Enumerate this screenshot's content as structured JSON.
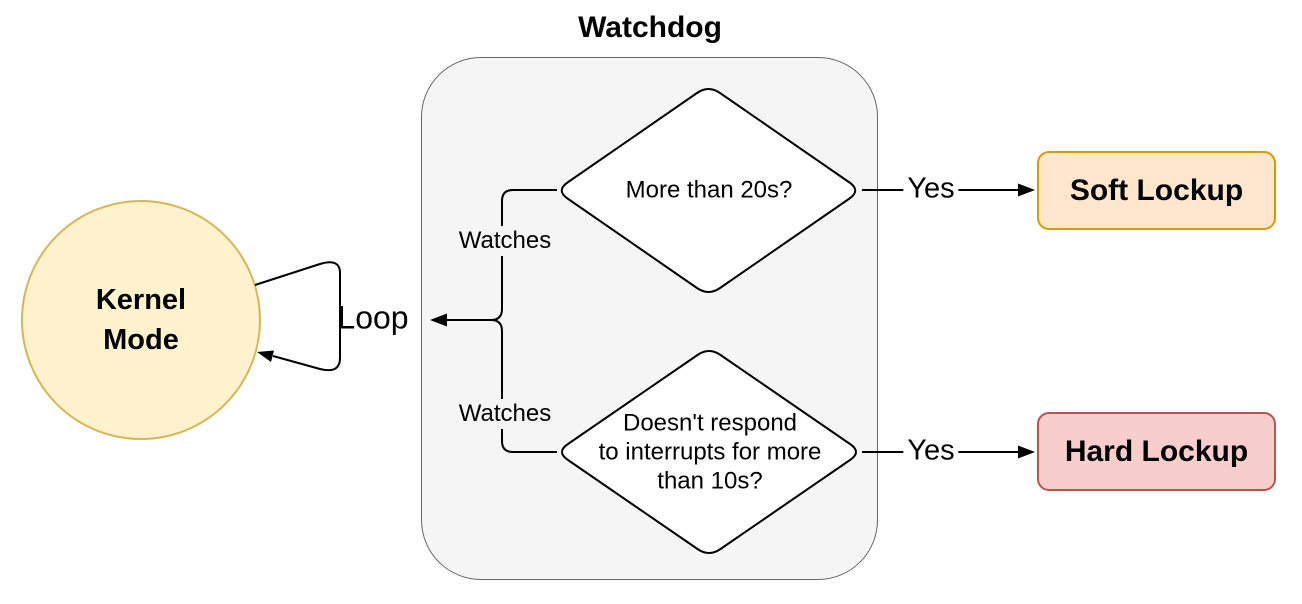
{
  "diagram": {
    "title": "Watchdog",
    "nodes": {
      "kernel_mode": {
        "lines": [
          "Kernel",
          "Mode"
        ],
        "fill": "#FFF2CC",
        "stroke": "#D6B656"
      },
      "watchdog_container": {
        "fill": "#F5F5F5",
        "stroke": "#666666"
      },
      "decision_soft": {
        "label": "More than 20s?",
        "fill": "#FFFFFF",
        "stroke": "#000000"
      },
      "decision_hard": {
        "lines": [
          "Doesn't respond",
          "to interrupts for more",
          "than 10s?"
        ],
        "fill": "#FFFFFF",
        "stroke": "#000000"
      },
      "soft_lockup": {
        "label": "Soft Lockup",
        "fill": "#FFE6CC",
        "stroke": "#D79B00"
      },
      "hard_lockup": {
        "label": "Hard Lockup",
        "fill": "#F8CECC",
        "stroke": "#B85450"
      }
    },
    "edges": {
      "loop": {
        "label": "Loop"
      },
      "watches_top": {
        "label": "Watches"
      },
      "watches_bottom": {
        "label": "Watches"
      },
      "yes_soft": {
        "label": "Yes"
      },
      "yes_hard": {
        "label": "Yes"
      }
    }
  }
}
